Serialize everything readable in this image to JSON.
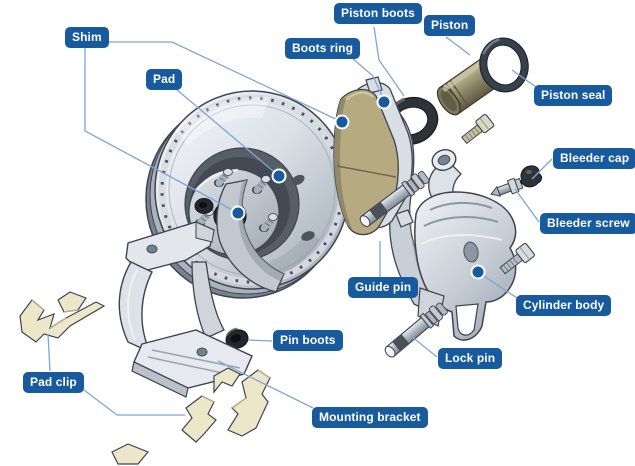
{
  "labels": {
    "shim": "Shim",
    "pad": "Pad",
    "piston_boots": "Piston boots",
    "piston": "Piston",
    "boots_ring": "Boots ring",
    "piston_seal": "Piston seal",
    "bleeder_cap": "Bleeder cap",
    "bleeder_screw": "Bleeder screw",
    "guide_pin": "Guide pin",
    "cylinder_body": "Cylinder body",
    "pin_boots": "Pin boots",
    "lock_pin": "Lock pin",
    "pad_clip": "Pad clip",
    "mounting_bracket": "Mounting bracket"
  },
  "colors": {
    "background": "#ffffff",
    "label_background": "#175a9d",
    "label_text": "#ffffff",
    "leader_line": "#7ca6d8",
    "callout_dot": "#175a9d",
    "metal_light": "#eef1f4",
    "metal_mid": "#c2cad2",
    "metal_dark": "#8d97a3",
    "outline": "#3d4450",
    "pad_friction": "#b5aa80",
    "piston_body": "#8a8466",
    "rubber_dark": "#2d3339",
    "clip_cream": "#ede7c9"
  }
}
